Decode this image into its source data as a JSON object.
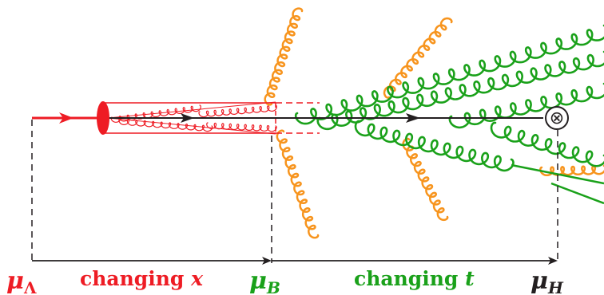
{
  "scales": {
    "lambda": {
      "mu": "μ",
      "sub": "Λ"
    },
    "b": {
      "mu": "μ",
      "sub": "B"
    },
    "h": {
      "mu": "μ",
      "sub": "H"
    }
  },
  "regions": {
    "left_text": "changing ",
    "left_var": "x",
    "right_text": "changing ",
    "right_var": "t"
  },
  "vertex_symbol": "⊗",
  "colors": {
    "red": "#ee1c24",
    "green": "#1aa11a",
    "orange": "#f7941d",
    "black": "#231f20"
  }
}
